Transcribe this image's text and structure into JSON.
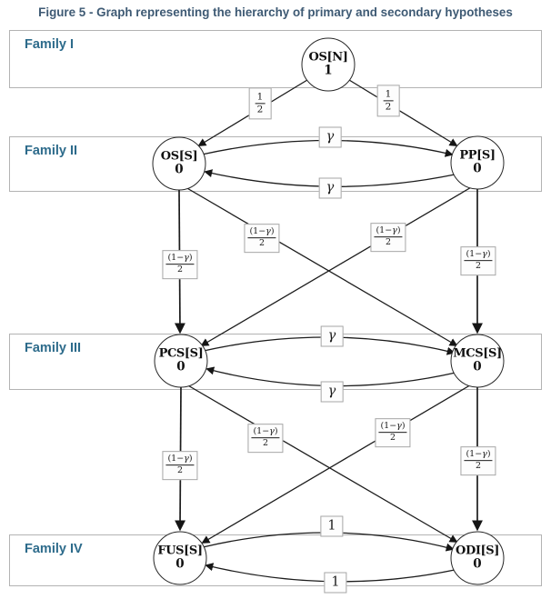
{
  "title": "Figure 5 - Graph representing the hierarchy of primary and secondary hypotheses",
  "families": [
    {
      "label": "Family I"
    },
    {
      "label": "Family II"
    },
    {
      "label": "Family III"
    },
    {
      "label": "Family IV"
    }
  ],
  "nodes": [
    {
      "name": "OS[N]",
      "value": "1"
    },
    {
      "name": "OS[S]",
      "value": "0"
    },
    {
      "name": "PP[S]",
      "value": "0"
    },
    {
      "name": "PCS[S]",
      "value": "0"
    },
    {
      "name": "MCS[S]",
      "value": "0"
    },
    {
      "name": "FUS[S]",
      "value": "0"
    },
    {
      "name": "ODI[S]",
      "value": "0"
    }
  ],
  "edge_labels": {
    "half": {
      "num": "1",
      "den": "2"
    },
    "gamma": "γ",
    "one": "1",
    "one_minus_gamma_half": {
      "num_left": "(1−",
      "num_gamma": "γ",
      "num_right": ")",
      "den": "2"
    }
  },
  "colors": {
    "title_text": "#3e5a74",
    "family_label": "#2d6b8b",
    "edge": "#1c1c1c"
  }
}
